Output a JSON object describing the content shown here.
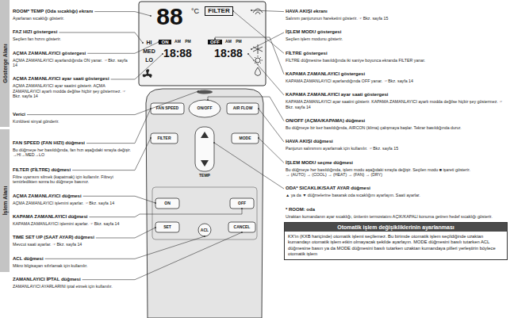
{
  "diagram": {
    "nodes": [
      {
        "text": [
          "Gösterge Alanı"
        ]
      },
      {
        "text": [
          "İşlem Alanı"
        ]
      },
      {
        "text": [
          "Otomatik işlem değişikliklerinin ayarlanması",
          "KX'in (KXB hariçinde) otomatik işlemi seçilemez. Bu birimde otomatik işlem seçildiğinde uzaktan kumandayı otomatik işlem etkin olmayacak şekilde ayarlayın. MODE düğmesini basılı tutarken ACL düğmesine basın ya da MODE düğmesini basılı tutarken uzaktan kumandaya pilleri yerleştirin böylece otomatik işlem"
        ]
      }
    ],
    "labels": [
      "88",
      "°C",
      "FILTER",
      "HI",
      "MED",
      "LO",
      "ON",
      "OFF",
      "AM",
      "PM",
      "18:88",
      "AM",
      "PM",
      "18:88",
      "FAN SPEED",
      "ON/OFF",
      "AIR FLOW",
      "FILTER",
      "MODE",
      "TEMP",
      "ON",
      "OFF",
      "SET",
      "ACL",
      "CANCEL",
      "ROOM* TEMP (Oda sıcaklığı) ekranı",
      "Ayarlanan sıcaklığı gösterir.",
      "FAZ HIZI göstergesi",
      "Seçilen fan hızını gösterir.",
      "AÇMA ZAMANLAYICI göstergesi",
      "AÇMA ZAMANLAYICI ayarlandığında ON yanar. ☞ Bkz. sayfa 14",
      "AÇMA ZAMANLAYICI ayar saati göstergesi",
      "AÇMA ZAMANLAYICI ayar saatini gösterir. AÇMA ZAMANLAYICI ayarlı modda değilse hiçbir şey göstermez. ☞ Bkz. sayfa 14",
      "Verici",
      "Kızılötesi sinyal gönderir.",
      "FAN SPEED (FAN HIZI) düğmesi",
      "Bu düğmeye her basıldığında, fan hızı aşağıdaki sırayla değişir.",
      "→HI→MED→LO",
      "FILTER (FİLTRE) düğmesi",
      "Filtre uyarısını silmek (kapatmak) için kullanılır. Filtreyi temizledikten sonra bu düğmeye basınız.",
      "AÇMA ZAMANLAYICI düğmesi",
      "AÇMA ZAMANLAYICI işlemini ayarlar. ☞ Bkz. sayfa 14",
      "KAPAMA ZAMANLAYICI düğmesi",
      "KAPAMA ZAMANLAYICI işlemini ayarlar. ☞ Bkz. sayfa 14",
      "TIME SET UP (SAAT AYAR) düğmesi",
      "Mevcut saati ayarlar. ☞ Bkz. sayfa 14",
      "ACL düğmesi",
      "Mikro bilgisayarı sıfırlamak için kullanılır.",
      "ZAMANLAYICI İPTAL düğmesi",
      "ZAMANLAYICI AYARLARINI iptal etmek için kullanılır.",
      "HAVA AKIŞI ekranı",
      "Salınım panjurunun hareketini gösterir. ☞ Bkz. sayfa 15",
      "İŞLEM MODU göstergesi",
      "Seçilen işlem modunu gösterir.",
      "FİLTRE göstergesi",
      "FİLTRE düğmesine basıldığında iki saniye boyunca ekranda FILTER yanar.",
      "KAPAMA ZAMANLAYICI göstergesi",
      "KAPAMA ZAMANLAYICI ayarlandığında OFF yanar. ☞ Bkz. sayfa 14",
      "KAPAMA ZAMANLAYICI ayar saati göstergesi",
      "KAPAMA ZAMANLAYICI ayar saatini gösterir. KAPAMA ZAMANLAYICI ayarlı modda değilse hiçbir şey göstermez. ☞ Bkz. sayfa 14",
      "ON/OFF (AÇMA/KAPAMA) düğmesi",
      "Bu düğmeye bir kez basıldığında, AIRCON (klima) çalışmaya başlar. Tekrar basıldığında durur.",
      "HAVA AKIŞI düğmesi",
      "Panjurun salınımını ayarlamak için kullanılır. ☞ Bkz. sayfa 15",
      "İŞLEM MODU seçme düğmesi",
      "Bu düğmeye her basıldığında, işlem modu aşağıdaki sırayla değişir. Seçilen modu ■ işareti gösterir.",
      "→ (AUTO) → (COOL) → (HEAT) → (FAN) → (DRY)",
      "ODA* SICAKLIK/SAAT AYAR düğmesi",
      "▲ ya da ▼ düğmelerine basarak oda sıcaklığını ayarlayın. Saati ayarlar.",
      "* ROOM: oda",
      "Uzaktan kumandanın ayar sıcaklığı, ünitenin termostatını AÇIK/KAPALI konuma getiren hedef sıcaklığı gösterir."
    ]
  }
}
